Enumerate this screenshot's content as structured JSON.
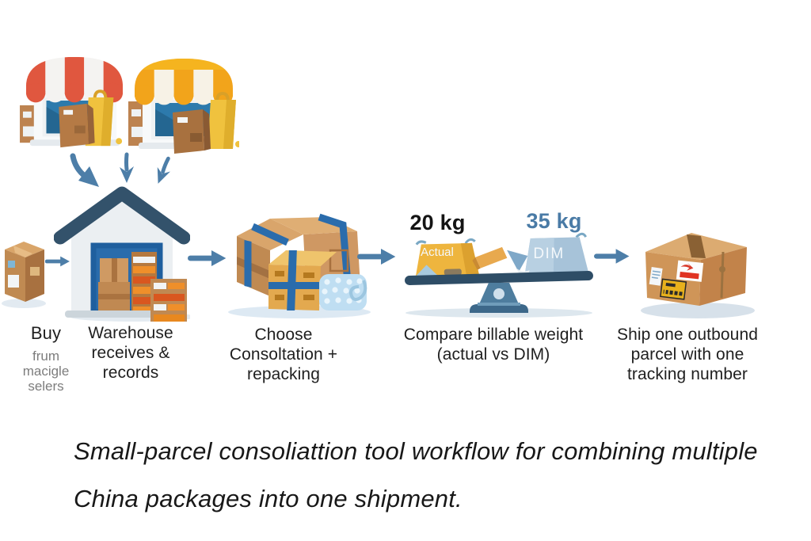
{
  "palette": {
    "arrow_blue": "#4d7ea8",
    "roof_navy": "#33526b",
    "strap_blue": "#2a6cac",
    "awning_red": "#e0573f",
    "awning_yellow": "#f2a41b",
    "box_brown": "#c08952",
    "actual_weight_yellow": "#eeb53e",
    "dim_weight_blue": "#a7c3d9",
    "dim_text_blue": "#4a7ba6",
    "sublabel_gray": "#7d7d7d",
    "text_dark": "#1f1f1f"
  },
  "workflow": {
    "steps": [
      {
        "label": "Buy",
        "sublabel": "frum macigle selers"
      },
      {
        "label": "Warehouse receives & records"
      },
      {
        "label": "Choose Consoltation + repacking"
      },
      {
        "label": "Compare billable weight (actual vs DIM)"
      },
      {
        "label": "Ship one outbound parcel with one tracking number"
      }
    ]
  },
  "scale": {
    "actual_weight": "20 kg",
    "actual_label": "Actual",
    "dim_weight": "35 kg",
    "dim_label": "DIM"
  },
  "caption": {
    "text": "Small-parcel consoliattion tool workflow for combining multiple China packages into one shipment."
  }
}
